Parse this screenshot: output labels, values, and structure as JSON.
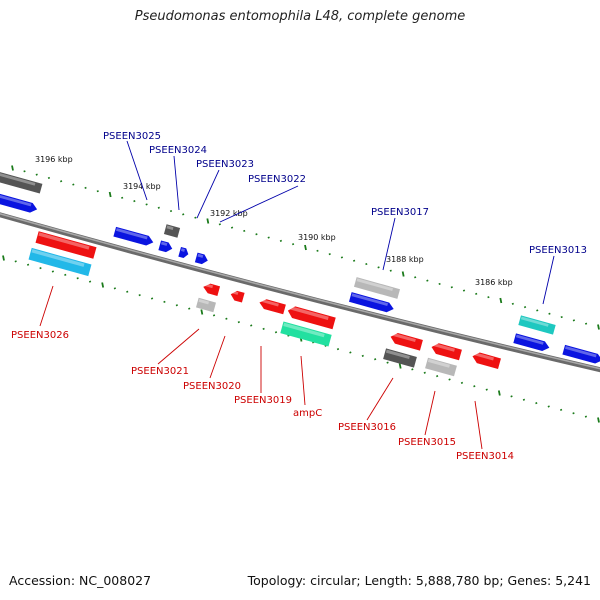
{
  "title": "Pseudomonas entomophila L48, complete genome",
  "footer": {
    "accession": "Accession: NC_008027",
    "summary": "Topology: circular; Length: 5,888,780 bp; Genes: 5,241"
  },
  "colors": {
    "backbone": "#7a7a7a",
    "tick": "#1a7a1a",
    "label_blue": "#00008b",
    "label_red": "#cc0000",
    "gene_blue": "#0a14e0",
    "gene_red": "#ee1111",
    "gene_dark_gray": "#555555",
    "gene_light_gray": "#b8b8b8",
    "gene_cyan": "#22b8e8",
    "gene_teal": "#1ec8c0",
    "gene_green": "#22e0a0"
  },
  "scale": {
    "kbp_labels": [
      "3196 kbp",
      "3194 kbp",
      "3192 kbp",
      "3190 kbp",
      "3188 kbp",
      "3186 kbp"
    ]
  },
  "gene_labels": {
    "forward": [
      "PSEEN3025",
      "PSEEN3024",
      "PSEEN3023",
      "PSEEN3022",
      "PSEEN3017",
      "PSEEN3013"
    ],
    "reverse": [
      "PSEEN3026",
      "PSEEN3021",
      "PSEEN3020",
      "PSEEN3019",
      "ampC",
      "PSEEN3016",
      "PSEEN3015",
      "PSEEN3014"
    ]
  }
}
